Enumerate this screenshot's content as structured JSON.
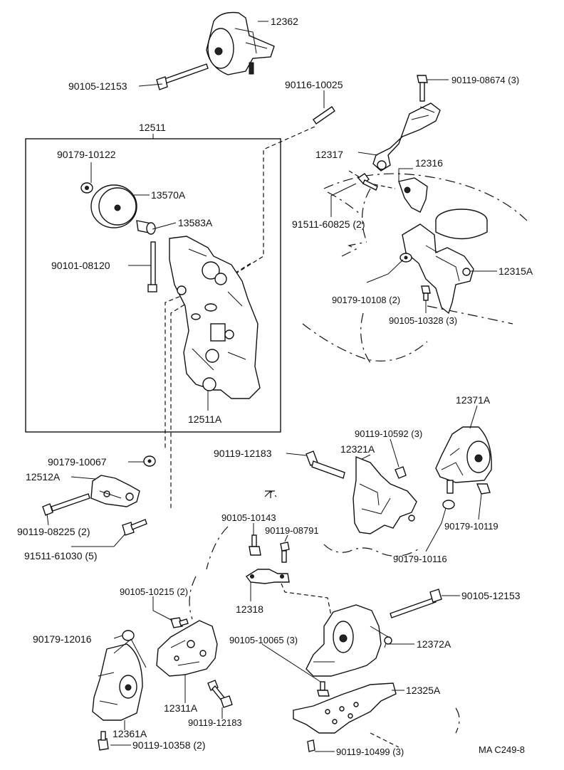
{
  "diagram_code": "MA C249-8",
  "labels": {
    "p12362": "12362",
    "p90105_12153_top": "90105-12153",
    "p90116_10025": "90116-10025",
    "p90119_08674": "90119-08674 (3)",
    "p12511": "12511",
    "p90179_10122": "90179-10122",
    "p13570A": "13570A",
    "p13583A": "13583A",
    "p90101_08120": "90101-08120",
    "p12511A": "12511A",
    "p12317": "12317",
    "p12316": "12316",
    "p91511_60825": "91511-60825 (2)",
    "p12315A": "12315A",
    "p90179_10108": "90179-10108 (2)",
    "p90105_10328": "90105-10328 (3)",
    "p12371A": "12371A",
    "p90119_10592": "90119-10592 (3)",
    "p90119_12183_mid": "90119-12183",
    "p12321A": "12321A",
    "p90179_10067": "90179-10067",
    "p12512A": "12512A",
    "p90119_08225": "90119-08225 (2)",
    "p91511_61030": "91511-61030 (5)",
    "p90179_10119": "90179-10119",
    "p90179_10116": "90179-10116",
    "p90105_10143": "90105-10143",
    "p90119_08791": "90119-08791",
    "p12318": "12318",
    "p90105_12153_bot": "90105-12153",
    "p90105_10215": "90105-10215 (2)",
    "p90179_12016": "90179-12016",
    "p90105_10065": "90105-10065 (3)",
    "p12372A": "12372A",
    "p12325A": "12325A",
    "p12311A": "12311A",
    "p90119_12183_bot": "90119-12183",
    "p12361A": "12361A",
    "p90119_10358": "90119-10358 (2)",
    "p90119_10499": "90119-10499 (3)"
  }
}
